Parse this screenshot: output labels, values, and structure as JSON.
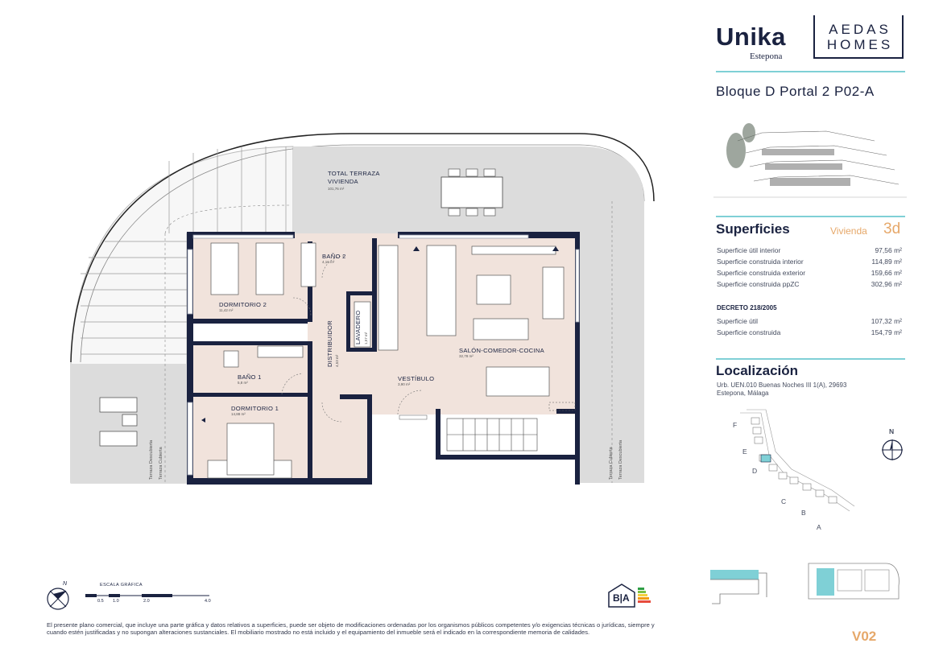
{
  "brand": {
    "name": "Unika",
    "location": "Estepona",
    "company_line1": "AEDAS",
    "company_line2": "HOMES"
  },
  "unit": {
    "title": "Bloque D Portal 2 P02-A"
  },
  "superficies": {
    "title": "Superficies",
    "vivienda_label": "Vivienda",
    "vivienda_type": "3d",
    "rows": [
      {
        "label": "Superficie útil interior",
        "value": "97,56 m²"
      },
      {
        "label": "Superficie construida interior",
        "value": "114,89 m²"
      },
      {
        "label": "Superficie construida exterior",
        "value": "159,66 m²"
      },
      {
        "label": "Superficie construida ppZC",
        "value": "302,96 m²"
      }
    ],
    "decreto_title": "DECRETO 218/2005",
    "decreto_rows": [
      {
        "label": "Superficie útil",
        "value": "107,32 m²"
      },
      {
        "label": "Superficie construida",
        "value": "154,79 m²"
      }
    ]
  },
  "localizacion": {
    "title": "Localización",
    "address_line1": "Urb. UEN.010 Buenas Noches III 1(A), 29693",
    "address_line2": "Estepona, Málaga",
    "blocks": [
      "F",
      "E",
      "D",
      "C",
      "B",
      "A"
    ],
    "north": "N"
  },
  "plan": {
    "rooms": [
      {
        "name": "TOTAL  TERRAZA",
        "name2": "VIVIENDA",
        "area": "101,76 m²"
      },
      {
        "name": "BAÑO 2",
        "area": "4,16 m²"
      },
      {
        "name": "DORMITORIO 2",
        "area": "11,42 m²"
      },
      {
        "name": "LAVADERO",
        "area": "1,57 m²"
      },
      {
        "name": "DISTRIBUIDOR",
        "area": "4,53 m²"
      },
      {
        "name": "SALÓN-COMEDOR-COCINA",
        "area": "32,78 m²"
      },
      {
        "name": "BAÑO 1",
        "area": "5,8 m²"
      },
      {
        "name": "VESTÍBULO",
        "area": "3,90 m²"
      },
      {
        "name": "DORMITORIO 1",
        "area": "14,88 m²"
      }
    ],
    "terrace_labels": [
      "Terraza Descubierta",
      "Terraza Cubierta",
      "Terraza Cubierta",
      "Terraza Descubierta"
    ],
    "north": "N"
  },
  "scale": {
    "title": "ESCALA GRÁFICA",
    "ticks": [
      "0.5",
      "1.0",
      "2.0",
      "4.0"
    ]
  },
  "energy": {
    "label": "B|A"
  },
  "disclaimer": "El presente plano comercial, que incluye una parte gráfica y datos relativos a superficies, puede ser objeto de modificaciones ordenadas por los organismos públicos competentes y/o exigencias técnicas o jurídicas, siempre y cuando estén justificadas y no supongan alteraciones sustanciales. El mobiliario mostrado no está incluido y el equipamiento del inmueble será el indicado en la correspondiente memoria de calidades.",
  "version": "V02",
  "colors": {
    "navy": "#1a2240",
    "teal": "#7fd0d6",
    "orange": "#e6a86a",
    "floor": "#f1e3dc",
    "terrace": "#d9d9d9"
  }
}
